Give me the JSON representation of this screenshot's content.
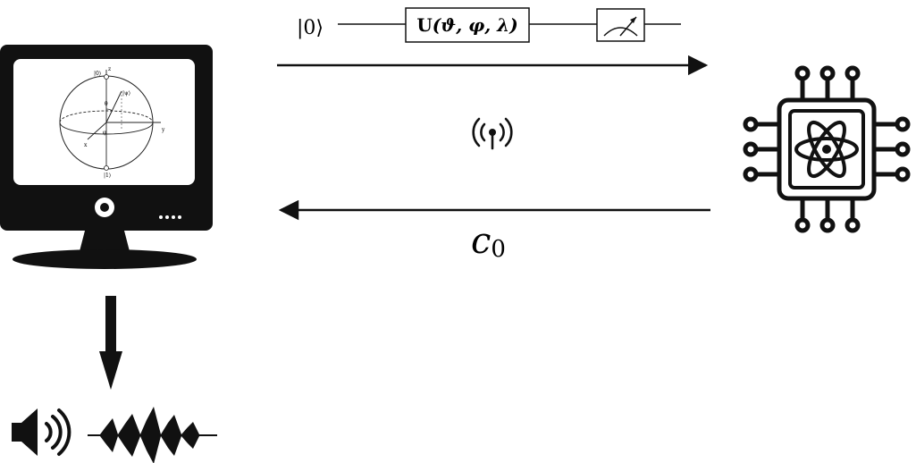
{
  "circuit": {
    "input_state": "|0⟩",
    "gate_label": "U(ϑ, φ, λ)",
    "gate_bold": "U",
    "gate_params": "(ϑ, φ, λ)"
  },
  "bloch": {
    "axis_z": "z",
    "axis_y": "y",
    "axis_x": "x",
    "ket_zero": "|0⟩",
    "ket_one": "|1⟩",
    "ket_psi": "|ψ⟩",
    "theta": "θ",
    "phi": "φ"
  },
  "classical_bit": {
    "symbol": "c",
    "subscript": "0"
  },
  "icons": {
    "computer": "monitor-icon",
    "qpu": "quantum-chip-icon",
    "antenna": "antenna-icon",
    "speaker": "speaker-icon",
    "waveform": "sound-wave-icon",
    "meter": "measurement-meter-icon"
  },
  "colors": {
    "ink": "#111111",
    "background": "#ffffff"
  }
}
